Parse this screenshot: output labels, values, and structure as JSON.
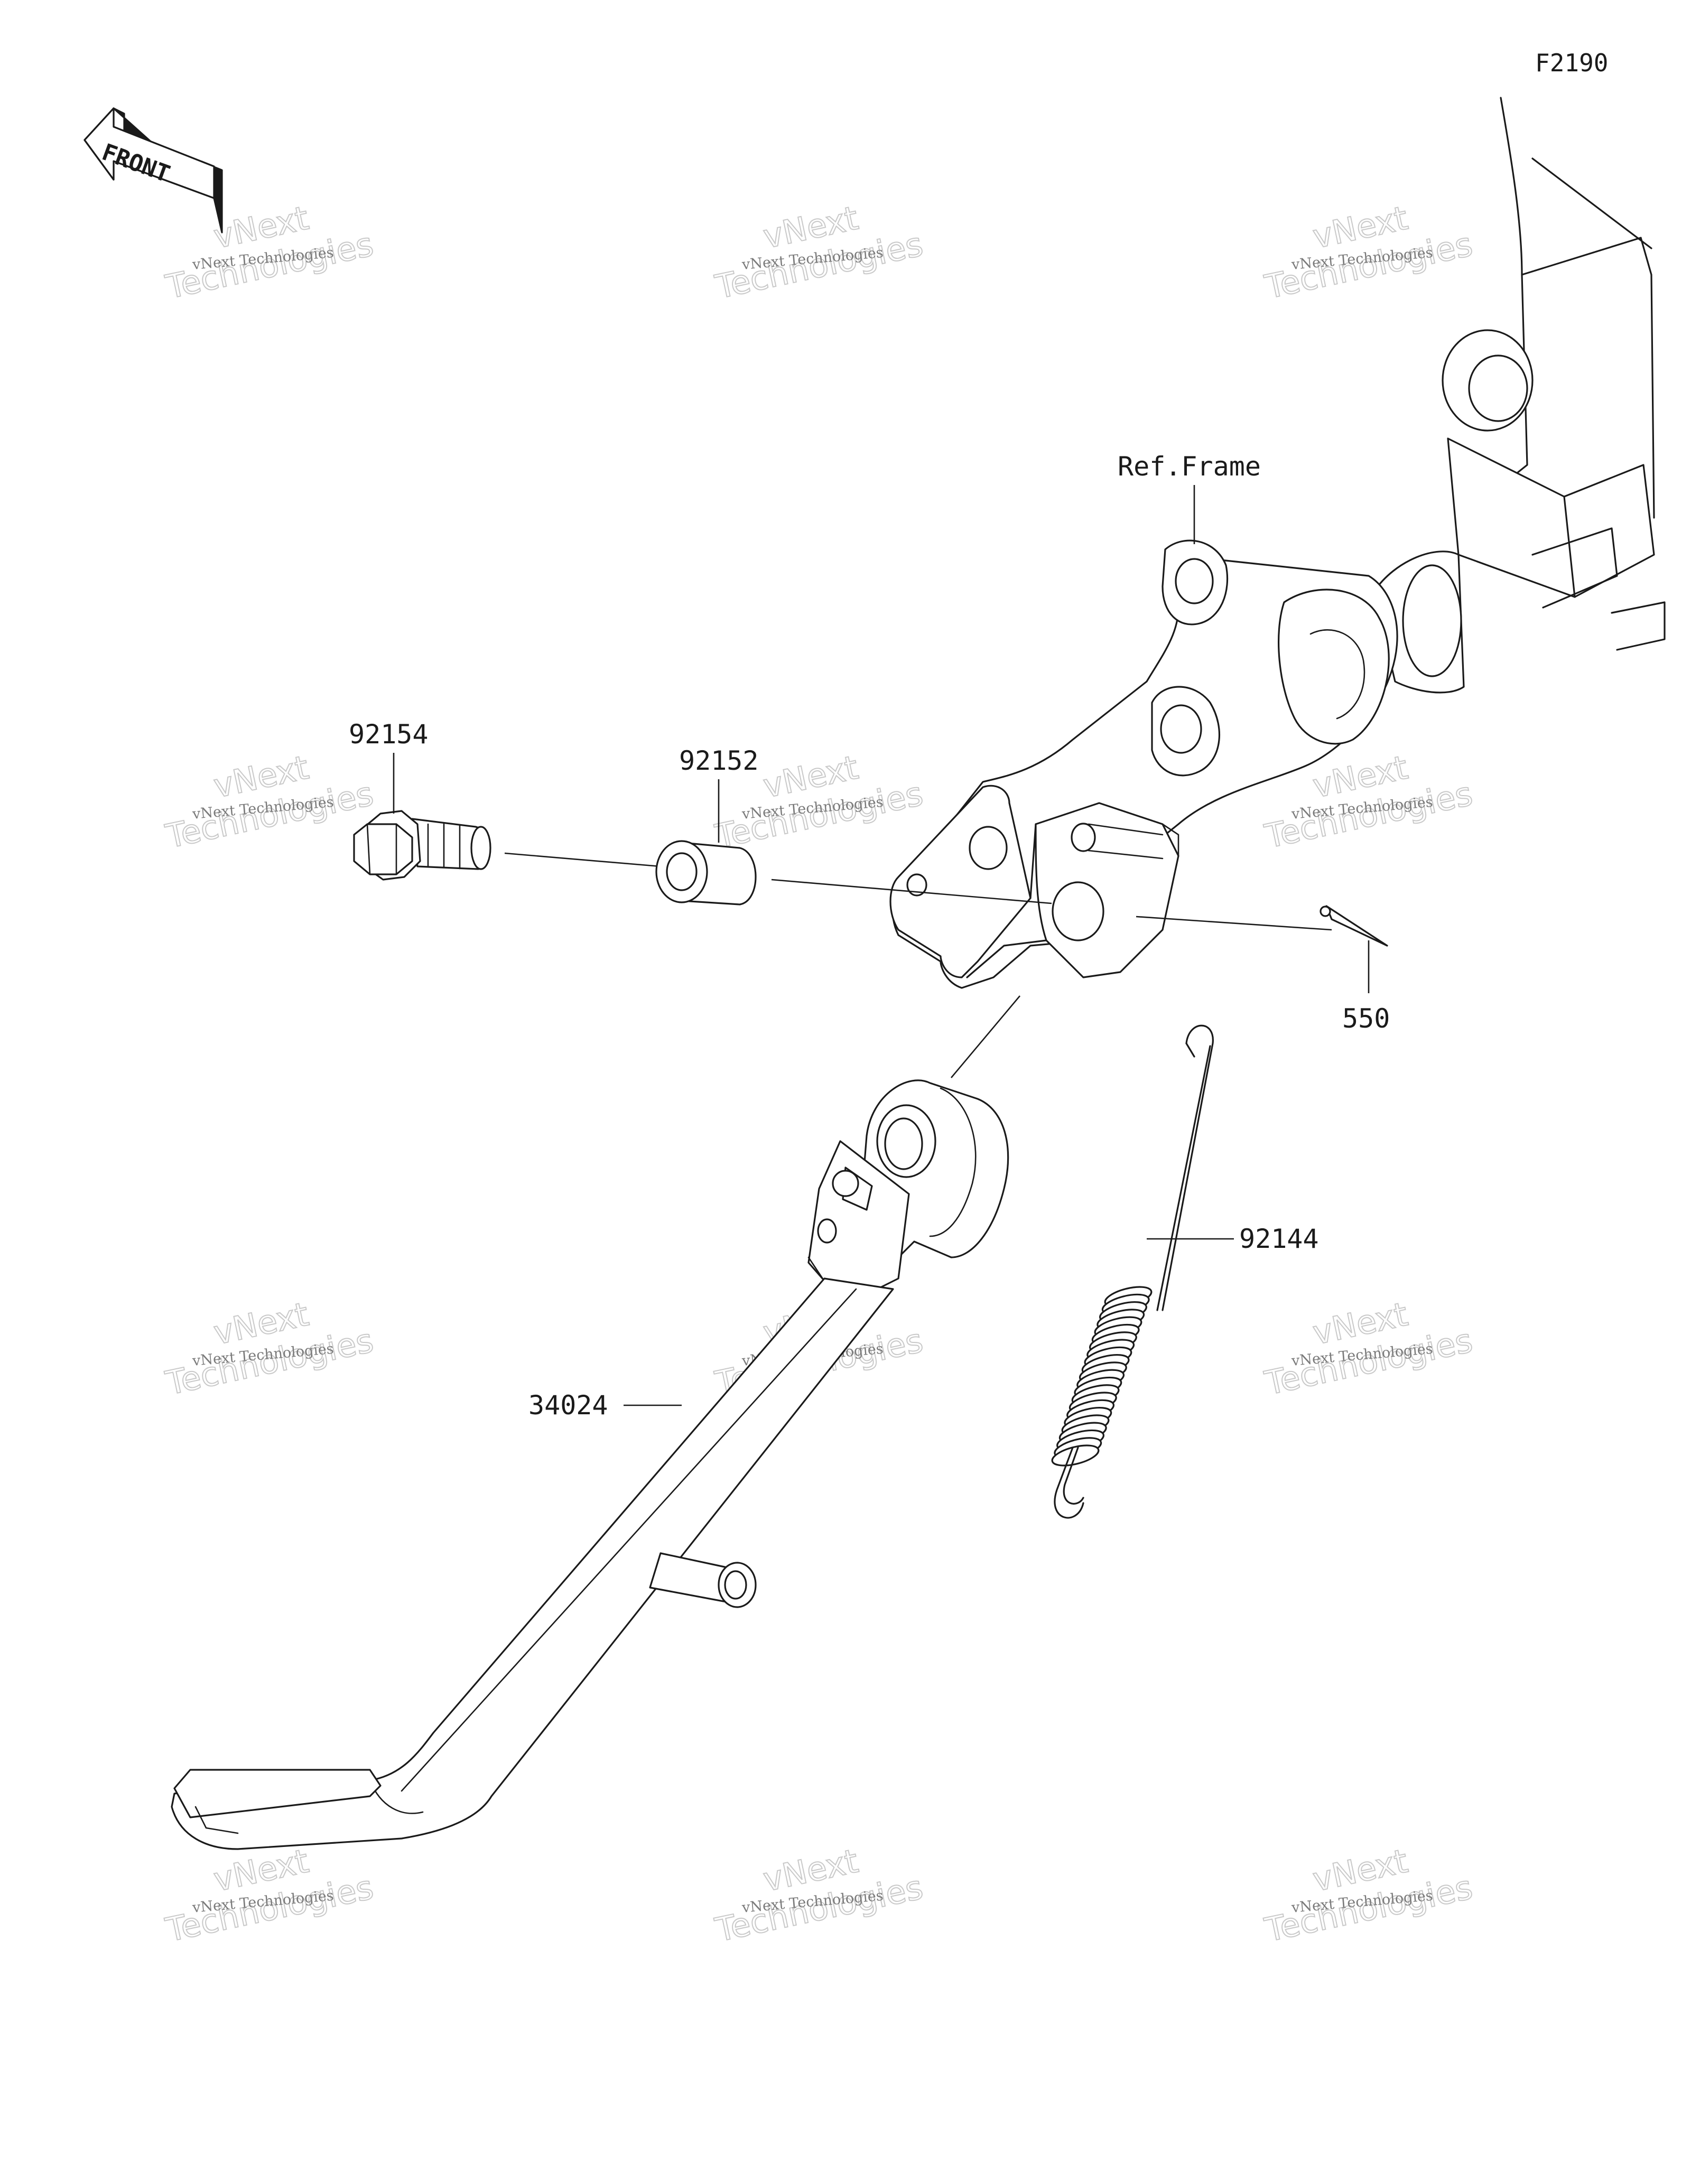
{
  "diagram_code": "F2190",
  "front_label": "FRONT",
  "reference_label": "Ref.Frame",
  "parts": [
    {
      "number": "92154"
    },
    {
      "number": "92152"
    },
    {
      "number": "550"
    },
    {
      "number": "92144"
    },
    {
      "number": "34024"
    }
  ],
  "watermark": {
    "line1": "vNext Technologies",
    "line2": "vNext",
    "line3": "Technologies"
  },
  "colors": {
    "ink": "#1a1a1a",
    "watermark": "#c9c9c9",
    "background": "#ffffff"
  }
}
